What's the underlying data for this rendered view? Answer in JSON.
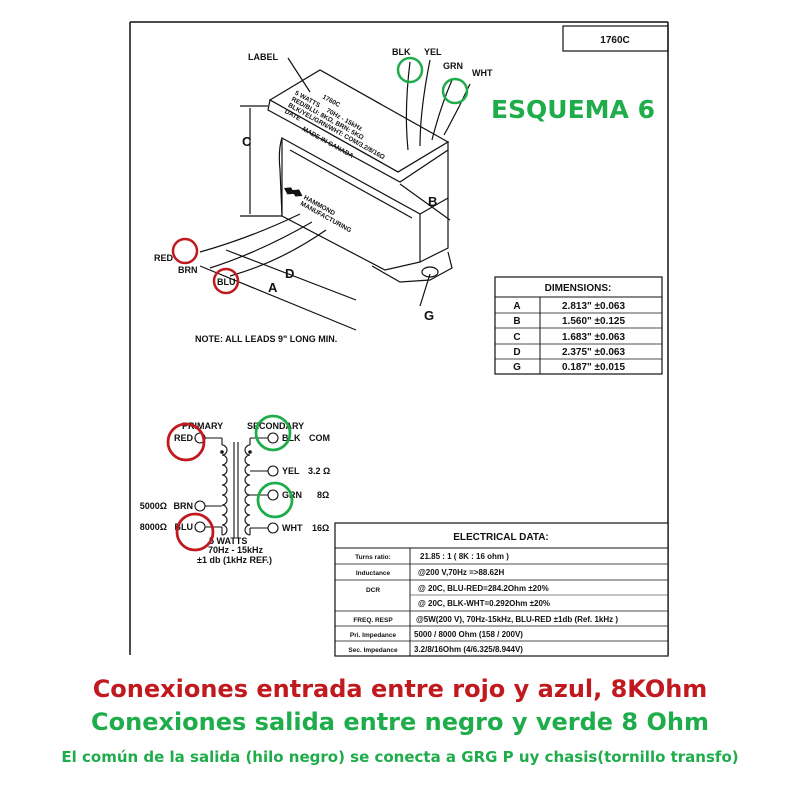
{
  "part_number": "1760C",
  "title": "ESQUEMA 6",
  "note": "NOTE: ALL LEADS 9\" LONG MIN.",
  "drawing": {
    "label_callout": "LABEL",
    "top_leads": [
      "BLK",
      "YEL",
      "GRN",
      "WHT"
    ],
    "left_leads": [
      "RED",
      "BRN",
      "BLU"
    ],
    "dim_letters": [
      "A",
      "B",
      "C",
      "D",
      "G"
    ],
    "label_text": [
      "1760C",
      "5 WATTS",
      "70Hz - 15kHz",
      "RED/BLU: 8KΩ, BRN: 5KΩ",
      "BLK/YEL/GRN/WHT: COM/3.2/8/16Ω",
      "DATE",
      "MADE IN CANADA"
    ],
    "logo_text": [
      "HAMMOND",
      "MANUFACTURING"
    ]
  },
  "dimensions": {
    "title": "DIMENSIONS:",
    "rows": [
      {
        "k": "A",
        "v": "2.813\"  ±0.063"
      },
      {
        "k": "B",
        "v": "1.560\"  ±0.125"
      },
      {
        "k": "C",
        "v": "1.683\"  ±0.063"
      },
      {
        "k": "D",
        "v": "2.375\"  ±0.063"
      },
      {
        "k": "G",
        "v": "0.187\"  ±0.015"
      }
    ]
  },
  "schematic": {
    "primary_title": "PRIMARY",
    "secondary_title": "SECONDARY",
    "primary": [
      {
        "imp": "",
        "lead": "RED"
      },
      {
        "imp": "5000Ω",
        "lead": "BRN"
      },
      {
        "imp": "8000Ω",
        "lead": "BLU"
      }
    ],
    "secondary": [
      {
        "lead": "BLK",
        "val": "COM"
      },
      {
        "lead": "YEL",
        "val": "3.2 Ω"
      },
      {
        "lead": "GRN",
        "val": "8Ω"
      },
      {
        "lead": "WHT",
        "val": "16Ω"
      }
    ],
    "specs": [
      "5 WATTS",
      "70Hz - 15kHz",
      "±1 db (1kHz REF.)"
    ]
  },
  "electrical": {
    "title": "ELECTRICAL DATA:",
    "rows": [
      {
        "k": "Turns ratio:",
        "v": "21.85 : 1  ( 8K : 16 ohm )"
      },
      {
        "k": "Inductance",
        "v": "@200 V,70Hz =>88.62H"
      },
      {
        "k": "DCR",
        "v": "@ 20C, BLU-RED=284.2Ohm ±20%"
      },
      {
        "k": "",
        "v": "@ 20C, BLK-WHT=0.292Ohm ±20%"
      },
      {
        "k": "FREQ. RESP",
        "v": "@5W(200 V), 70Hz-15kHz, BLU-RED ±1db  (Ref. 1kHz )"
      },
      {
        "k": "Pri. Impedance",
        "v": "5000 / 8000 Ohm (158  / 200V)"
      },
      {
        "k": "Sec. Impedance",
        "v": "3.2/8/16Ohm (4/6.325/8.944V)"
      }
    ]
  },
  "captions": [
    "Conexiones entrada entre rojo y azul, 8KOhm",
    "Conexiones salida entre negro y verde 8 Ohm",
    "El común de la salida (hilo negro) se conecta a GRG P uy chasis(tornillo transfo)"
  ],
  "colors": {
    "red": "#c0191e",
    "green": "#1fac4a",
    "ink": "#111111"
  }
}
